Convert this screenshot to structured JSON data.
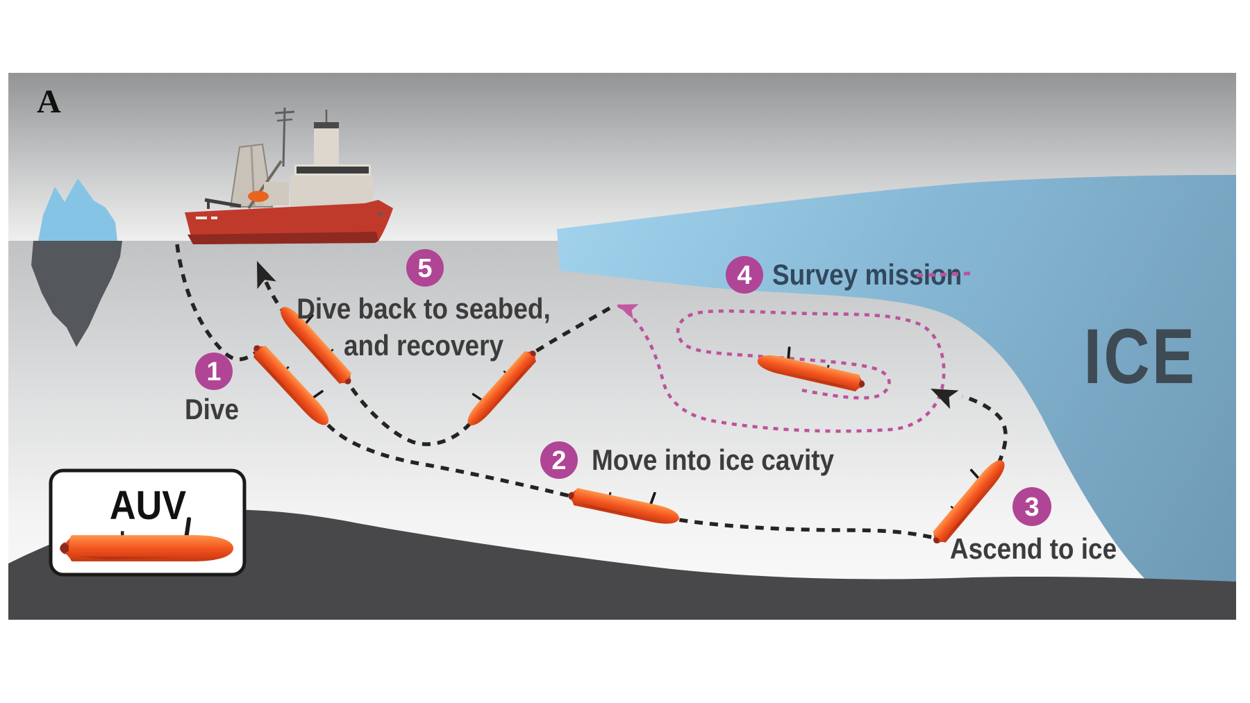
{
  "panel_label": "A",
  "ice_label": "ICE",
  "legend": {
    "title": "AUV"
  },
  "steps": [
    {
      "num": "1",
      "label": "Dive"
    },
    {
      "num": "2",
      "label": "Move into ice cavity"
    },
    {
      "num": "3",
      "label": "Ascend to ice"
    },
    {
      "num": "4",
      "label": "Survey mission"
    },
    {
      "num": "5",
      "label_line1": "Dive back to seabed,",
      "label_line2": "and recovery"
    }
  ],
  "colors": {
    "badge": "#b04595",
    "route": "#242424",
    "survey": "#bb539c",
    "label": "#3c3c3c",
    "survey_label": "#32485c",
    "ice_text": "#3e4a54",
    "seabed": "#48484a",
    "panel_letter": "#111111"
  }
}
